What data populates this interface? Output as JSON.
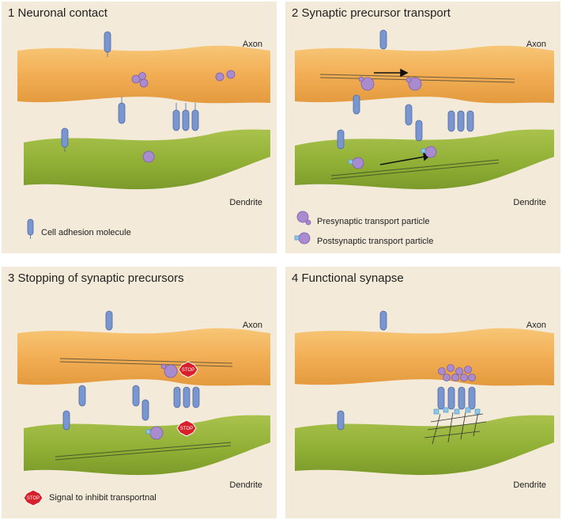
{
  "panels": [
    {
      "title": "1 Neuronal contact",
      "axon_label": "Axon",
      "dendrite_label": "Dendrite",
      "legend": [
        "Cell adhesion molecule"
      ]
    },
    {
      "title": "2 Synaptic precursor transport",
      "axon_label": "Axon",
      "dendrite_label": "Dendrite",
      "legend": [
        "Presynaptic transport particle",
        "Postsynaptic transport particle"
      ]
    },
    {
      "title": "3 Stopping of synaptic precursors",
      "axon_label": "Axon",
      "dendrite_label": "Dendrite",
      "legend": [
        "Signal to inhibit transportnal"
      ],
      "stop_text": "STOP"
    },
    {
      "title": "4 Functional synapse",
      "axon_label": "Axon",
      "dendrite_label": "Dendrite",
      "legend": []
    }
  ],
  "colors": {
    "background": "#f3ead9",
    "axon": "#f2b25a",
    "dendrite": "#94b53a",
    "molecule": "#7a96cf",
    "particle": "#a98bd0",
    "stop": "#d8202a"
  },
  "icons": [
    "cell-adhesion-molecule-icon",
    "presynaptic-particle-icon",
    "postsynaptic-particle-icon",
    "stop-sign-icon"
  ]
}
